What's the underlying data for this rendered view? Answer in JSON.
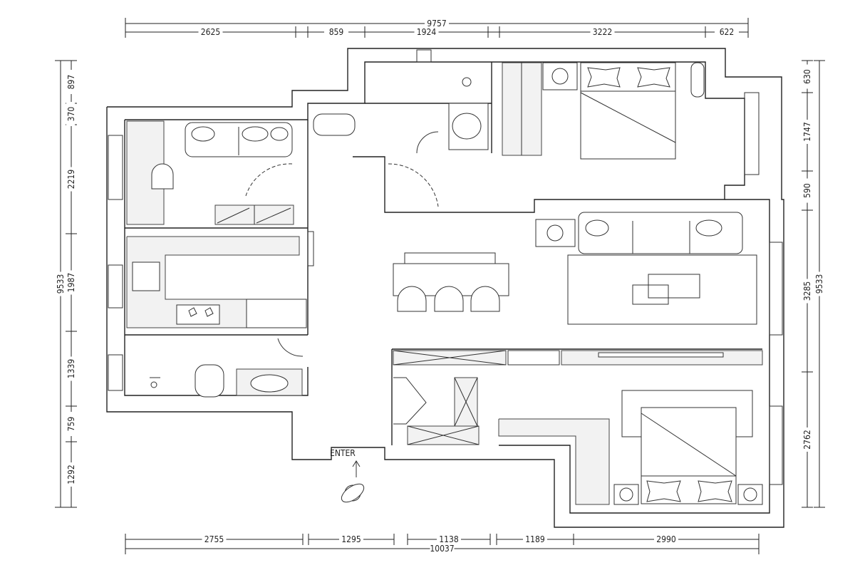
{
  "title": "Apartment floor plan",
  "entrance_label": "ENTER",
  "dimensions": {
    "top_total": "9757",
    "top": [
      "2625",
      "859",
      "1924",
      "3222",
      "622"
    ],
    "left_total": "9533",
    "left": [
      "897",
      "370",
      "2219",
      "1987",
      "1339",
      "759",
      "1292"
    ],
    "right_total": "9533",
    "right": [
      "630",
      "1747",
      "590",
      "3285",
      "2762"
    ],
    "bottom_total": "10037",
    "bottom": [
      "2755",
      "1295",
      "1138",
      "1189",
      "2990"
    ]
  }
}
